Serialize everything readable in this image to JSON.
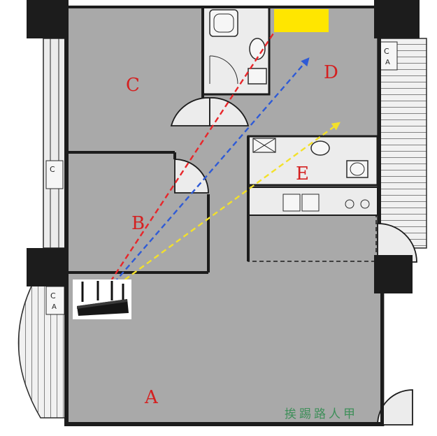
{
  "rooms": {
    "a": "A",
    "b": "B",
    "c": "C",
    "d": "D",
    "e": "E"
  },
  "watermark": "挨踢路人甲",
  "colors": {
    "floor": "#a9a9a9",
    "wall": "#1c1c1c",
    "label": "#d42020",
    "signal_red": "#e8262a",
    "signal_blue": "#2f5bd6",
    "signal_yellow": "#f3e12a",
    "target_marker": "#ffe600",
    "watermark": "#3f8f5a"
  },
  "icons": {
    "router": "wifi-router-icon",
    "target": "target-marker-icon"
  }
}
